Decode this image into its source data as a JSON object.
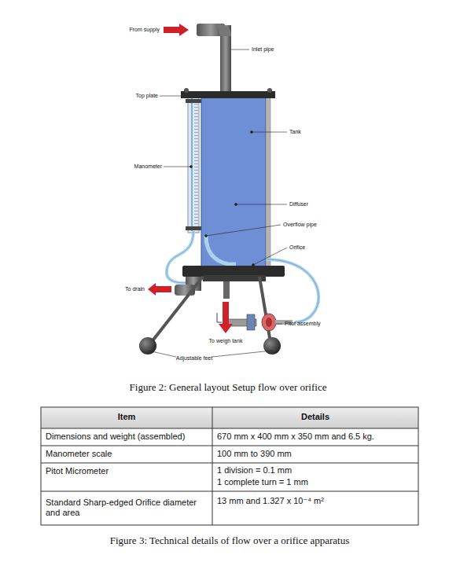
{
  "diagram": {
    "caption": "Figure 2: General layout Setup flow over orifice",
    "labels": [
      "From supply",
      "Inlet pipe",
      "Top plate",
      "Tank",
      "Manometer",
      "Diffuser",
      "Overflow pipe",
      "Orifice",
      "To drain",
      "Pitot assembly",
      "To weigh tank",
      "Adjustable feet",
      "Item",
      "Details",
      "Dimensions and weight (assembled)",
      "670 mm x 400 mm x 350 mm and 6.5 kg.",
      "Manometer scale",
      "100 mm to 390 mm",
      "Pitot Micrometer",
      "1 division = 0.1 mm",
      "1 complete turn = 1 mm",
      "Standard Sharp-edged Orifice diameter and area",
      "13 mm and 1.327 x 10⁻⁴ m²",
      "Figure 3: Technical details of flow over a orifice apparatus"
    ]
  }
}
